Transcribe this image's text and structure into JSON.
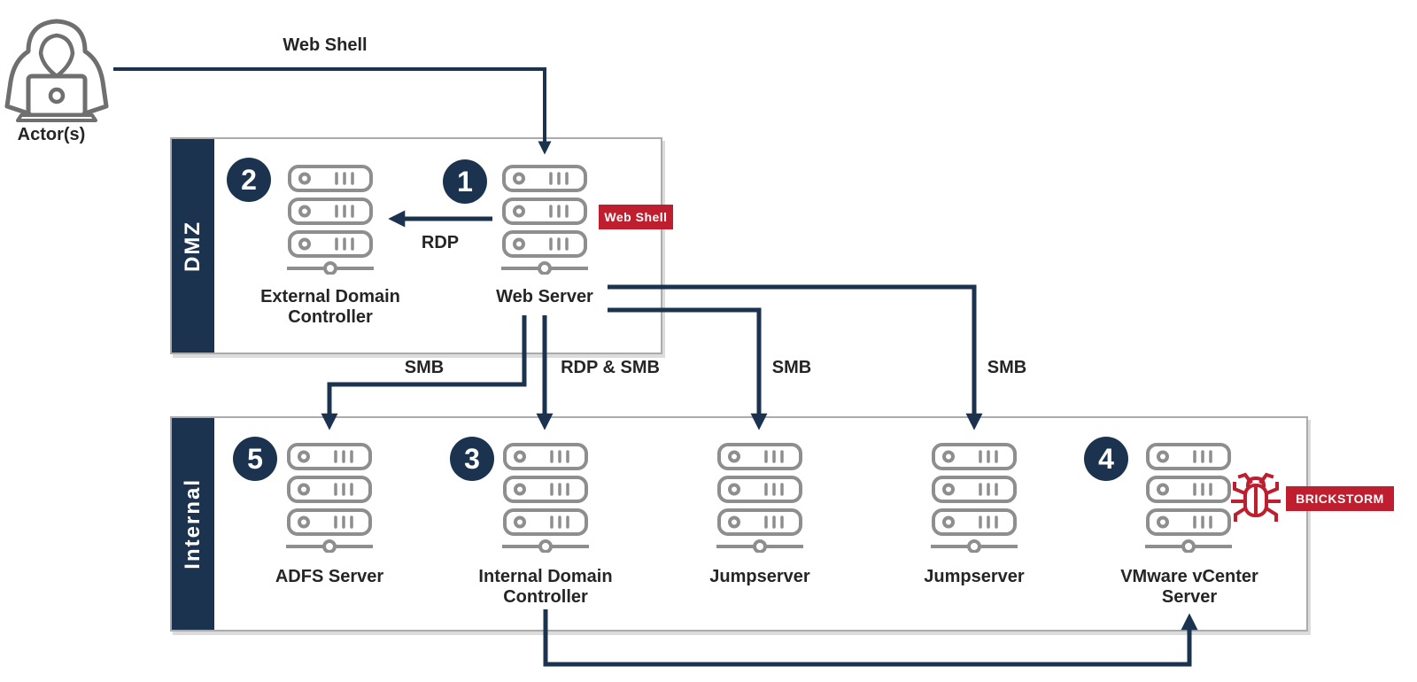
{
  "palette": {
    "navy": "#1b334f",
    "red": "#be1e2d",
    "icon_gray": "#8e8e8e",
    "actor_gray": "#6f6f6f",
    "border_gray": "#ababab",
    "text": "#252525"
  },
  "actor": {
    "label": "Actor(s)",
    "icon": "hooded-hacker-laptop-icon"
  },
  "zones": {
    "dmz": {
      "label": "DMZ"
    },
    "internal": {
      "label": "Internal"
    }
  },
  "nodes": {
    "external_dc": {
      "step": "2",
      "label": "External Domain\nController"
    },
    "web_server": {
      "step": "1",
      "label": "Web Server"
    },
    "adfs": {
      "step": "5",
      "label": "ADFS Server"
    },
    "internal_dc": {
      "step": "3",
      "label": "Internal Domain\nController"
    },
    "jumpserver1": {
      "label": "Jumpserver"
    },
    "jumpserver2": {
      "label": "Jumpserver"
    },
    "vcenter": {
      "step": "4",
      "label": "VMware vCenter\nServer"
    }
  },
  "edges": {
    "actor_to_web_server": {
      "label": "Web Shell"
    },
    "web_to_external_dc": {
      "label": "RDP"
    },
    "web_to_adfs": {
      "label": "SMB"
    },
    "web_to_internal_dc": {
      "label": "RDP & SMB"
    },
    "web_to_jumpserver1": {
      "label": "SMB"
    },
    "web_to_jumpserver2": {
      "label": "SMB"
    }
  },
  "callouts": {
    "web_shell_badge": {
      "label": "Web Shell"
    },
    "brickstorm_badge": {
      "label": "BRICKSTORM"
    },
    "malware_icon": "bug-icon"
  }
}
